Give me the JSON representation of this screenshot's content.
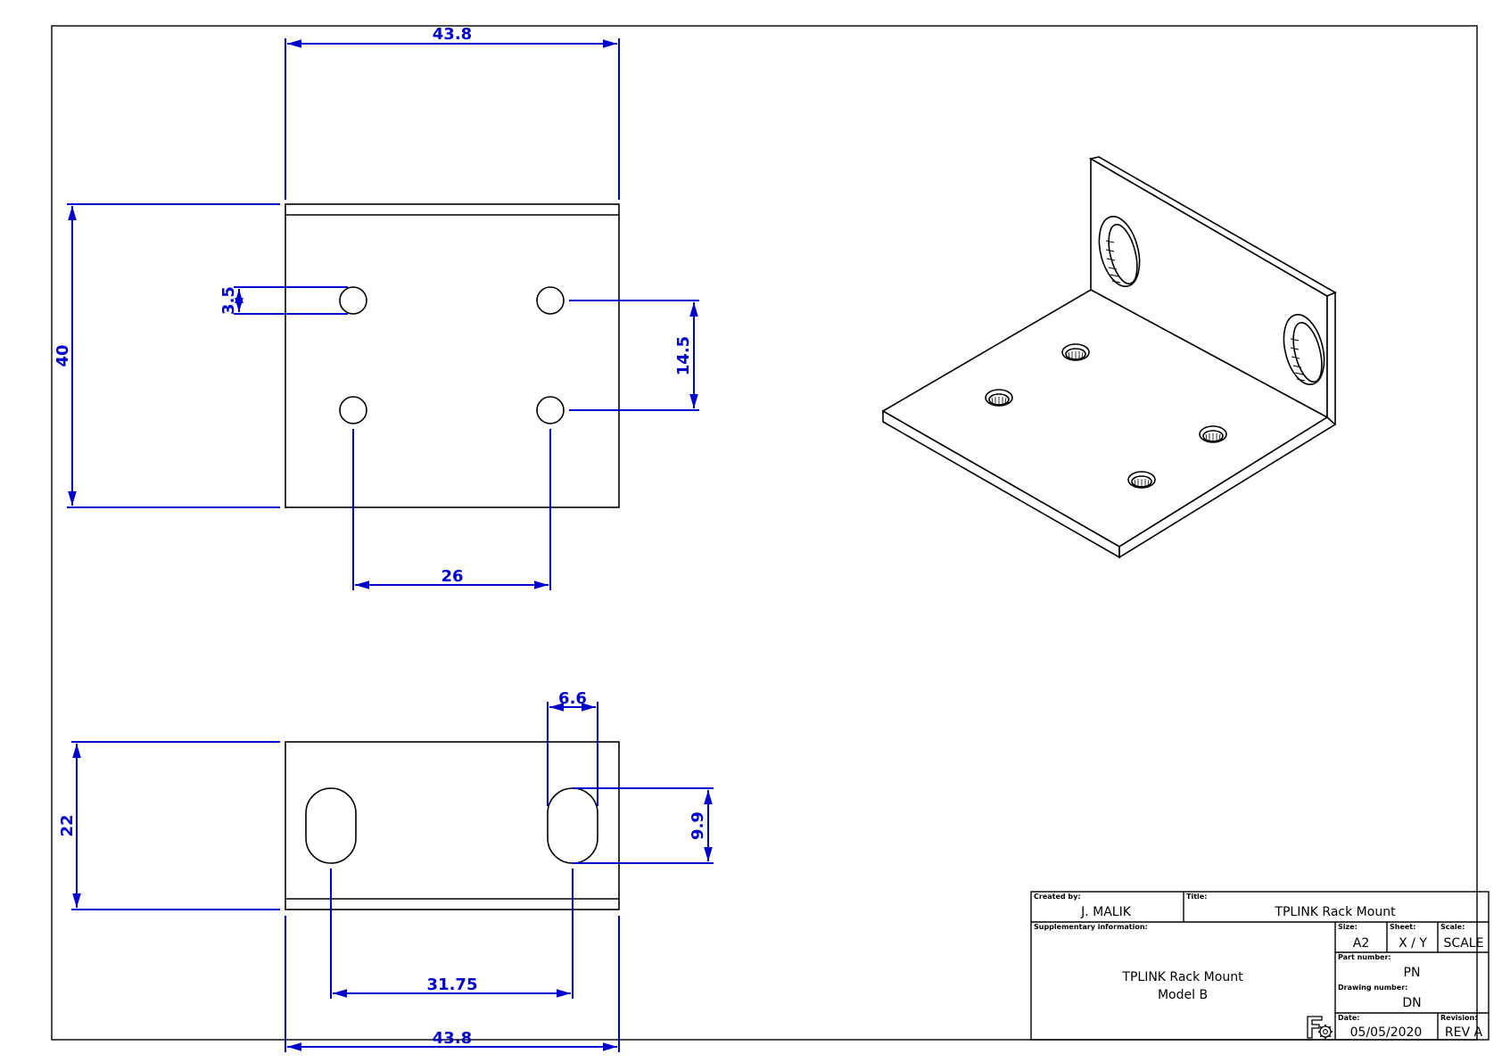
{
  "dimensions": {
    "top_width": "43.8",
    "top_height": "40",
    "hole_diameter": "3.5",
    "hole_vertical_spacing": "14.5",
    "hole_horizontal_spacing": "26",
    "slot_width": "6.6",
    "slot_height": "9.9",
    "front_height": "22",
    "slot_spacing": "31.75",
    "front_width": "43.8"
  },
  "title_block": {
    "created_by_label": "Created by:",
    "created_by": "J. MALIK",
    "title_label": "Title:",
    "title": "TPLINK Rack Mount",
    "supplementary_label": "Supplementary information:",
    "supplementary_line1": "TPLINK Rack Mount",
    "supplementary_line2": "Model B",
    "size_label": "Size:",
    "size": "A2",
    "sheet_label": "Sheet:",
    "sheet": "X / Y",
    "scale_label": "Scale:",
    "scale": "SCALE",
    "part_number_label": "Part number:",
    "part_number": "PN",
    "drawing_number_label": "Drawing number:",
    "drawing_number": "DN",
    "date_label": "Date:",
    "date": "05/05/2020",
    "revision_label": "Revision:",
    "revision": "REV A"
  },
  "icons": {
    "freecad_logo": "freecad-gear-icon"
  },
  "colors": {
    "dimension": "#0000cc",
    "geometry": "#000000"
  }
}
